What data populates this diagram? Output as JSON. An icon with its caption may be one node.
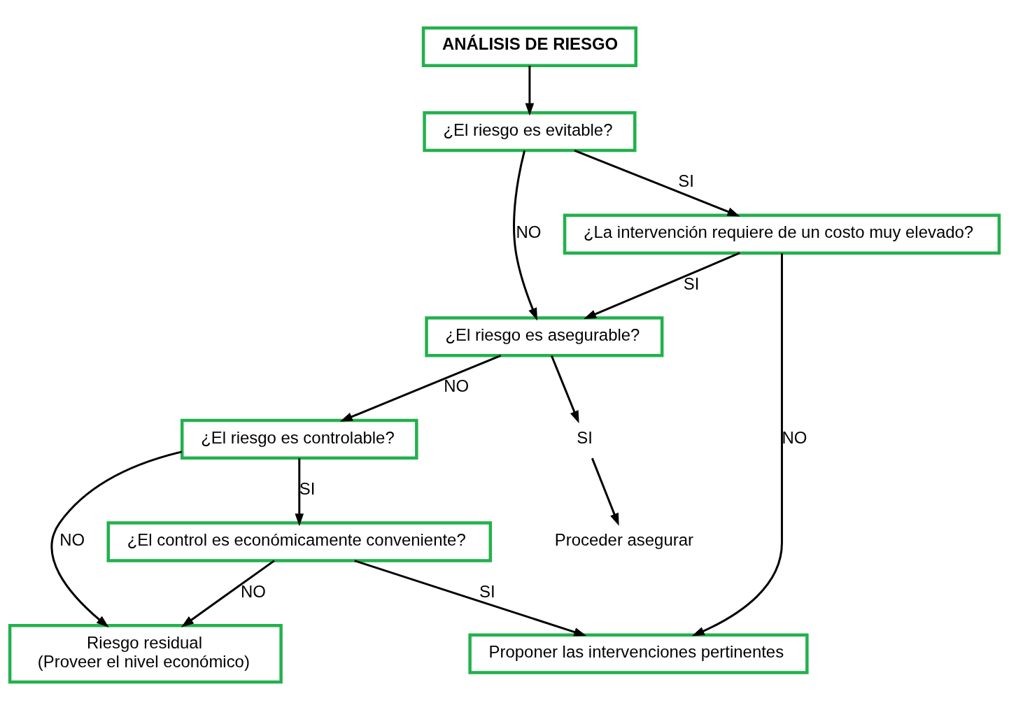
{
  "diagram": {
    "nodes": [
      {
        "text": [
          "ANÁLISIS DE RIESGO"
        ]
      },
      {
        "text": [
          "¿El riesgo es evitable?"
        ]
      },
      {
        "text": [
          "¿La intervención requiere de un costo muy elevado?"
        ]
      },
      {
        "text": [
          "¿El riesgo es asegurable?"
        ]
      },
      {
        "text": [
          "Proponer las intervenciones pertinentes"
        ]
      },
      {
        "text": [
          "¿El riesgo es controlable?"
        ]
      },
      {
        "text": [
          "SI"
        ]
      },
      {
        "text": [
          "Proceder asegurar"
        ]
      },
      {
        "text": [
          "Riesgo residual",
          "(Proveer el nivel económico)"
        ]
      },
      {
        "text": [
          "¿El control es económicamente conveniente?"
        ]
      }
    ],
    "edges": [
      {
        "from": 0,
        "to": 1,
        "arrow": "to"
      },
      {
        "from": 1,
        "to": 2,
        "arrow": "to",
        "label": "SI"
      },
      {
        "from": 1,
        "to": 3,
        "arrow": "to",
        "label": "NO"
      },
      {
        "from": 2,
        "to": 3,
        "arrow": "to",
        "label": "SI"
      },
      {
        "from": 2,
        "to": 4,
        "arrow": "to",
        "label": "NO"
      },
      {
        "from": 3,
        "to": 5,
        "arrow": "to",
        "label": "NO"
      },
      {
        "from": 3,
        "to": 6,
        "arrow": "to"
      },
      {
        "from": 6,
        "to": 7,
        "arrow": "to"
      },
      {
        "from": 5,
        "to": 9,
        "arrow": "to",
        "label": "SI"
      },
      {
        "from": 5,
        "to": 8,
        "arrow": "to",
        "label": "NO"
      },
      {
        "from": 9,
        "to": 4,
        "arrow": "to",
        "label": "SI"
      },
      {
        "from": 9,
        "to": 8,
        "arrow": "to",
        "label": "NO"
      }
    ]
  }
}
